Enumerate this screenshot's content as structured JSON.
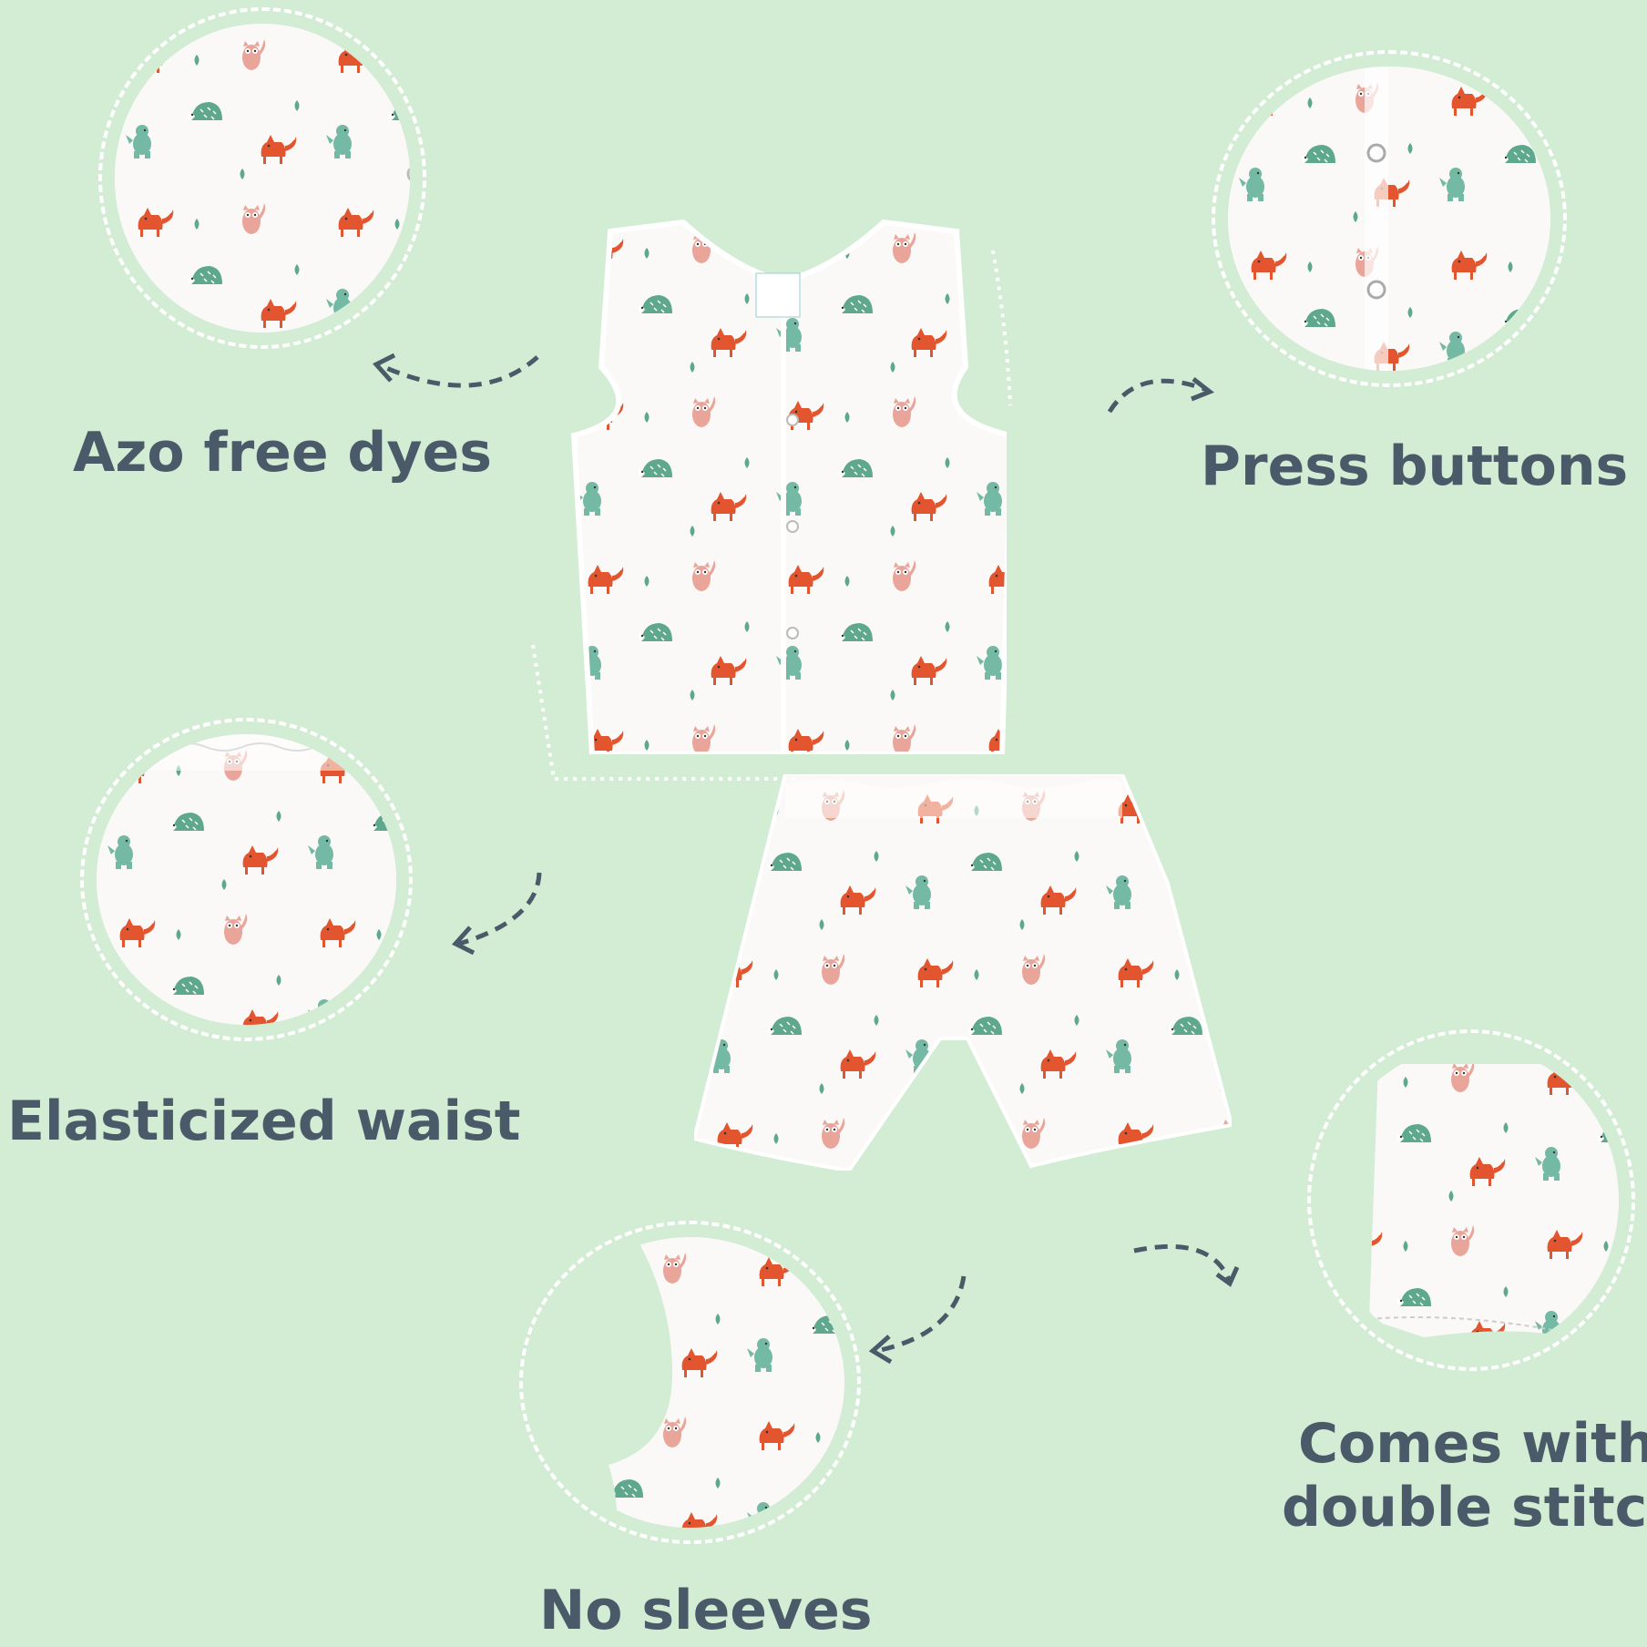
{
  "features": {
    "azo_free": "Azo free dyes",
    "press_buttons": "Press buttons",
    "elastic_waist": "Elasticized waist",
    "double_stitch_line1": "Comes with",
    "double_stitch_line2": "double stitch",
    "no_sleeves": "No sleeves"
  },
  "colors": {
    "background": "#d3ecd4",
    "text": "#4a5a68",
    "fabric": "#fbf9f7",
    "fox": "#e2552e",
    "owl": "#e9a59a",
    "bear": "#74b9a4",
    "hedgehog": "#5ea88e"
  },
  "icons": {
    "arrow": "dashed-curved-arrow-icon",
    "motifs": [
      "fox-icon",
      "owl-icon",
      "bear-icon",
      "hedgehog-icon",
      "leaf-icon"
    ]
  }
}
